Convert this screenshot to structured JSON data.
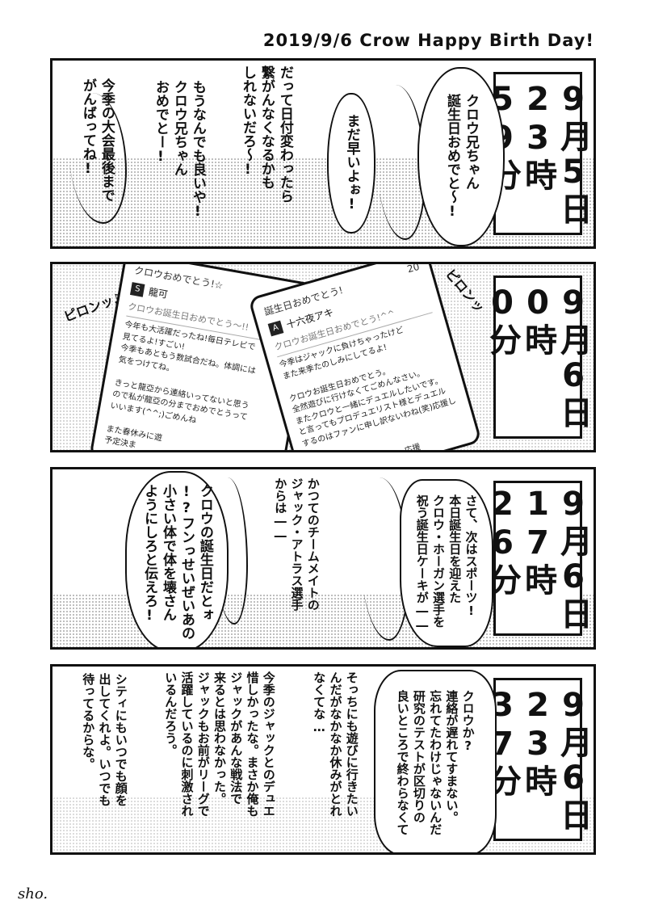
{
  "header": {
    "title": "2019/9/6  Crow Happy Birth Day!"
  },
  "panels": [
    {
      "time": "9月5日\n23時\n59分",
      "bubbles": [
        "クロウ兄ちゃん\n誕生日おめでと〜!",
        "まだ早いよぉ!",
        "だって日付変わったら\n繋がんなくなるかも\nしれないだろ〜!",
        "もうなんでも良いや!\nクロウ兄ちゃん\nおめでとー!",
        "今季の大会最後まで\nがんばってね!"
      ]
    },
    {
      "time": "9月6日\n0時\n0分",
      "sfx_left": "ピロンッ♪",
      "sfx_right": "ピロンッ",
      "phone_left": {
        "title": "クロウおめでとう!☆",
        "sender_initial": "S",
        "sender": "龍可",
        "subject": "クロウお誕生日おめでとう〜!!",
        "body": "今年も大活躍だったね!毎日テレビで\n見てるよ!すごい!\n今季もあともう数試合だね。体調には\n気をつけてね。\n\nきっと龍亞から連絡いってないと思う\nので私が龍亞の分までおめでとうって\nいいます(^^;)ごめんね\n\nまた春休みに遊\n予定決ま"
      },
      "phone_right": {
        "title": "誕生日おめでとう!",
        "time": "20",
        "sender_initial": "A",
        "sender": "十六夜アキ",
        "subject": "クロウお誕生日おめでとう!^^",
        "body": "今季はジャックに負けちゃったけど\nまた来季たのしみにしてるよ!\n\nクロウお誕生日おめでとう。\n全然遊びに行けなくてごめんなさい。\nまたクロウと一緒にデュエルしたいです。\nと言ってもプロデュエリスト様とデュエル\nするのはファンに申し訳ないわね(笑)応援して\n\nは気をつけて過ごしてね。応援"
      }
    },
    {
      "time": "9月6日\n17時\n26分",
      "texts": [
        "さて、次はスポーツ!\n本日誕生日を迎えた\nクロウ・ホーガン選手を\n祝う誕生日ケーキが――",
        "かつてのチームメイトの\nジャック・アトラス選手\nからは――",
        "クロウの誕生日だとォ\n!?フンっせいぜいあの\n小さい体で体を壊さん\nようにしろと伝えろ!"
      ]
    },
    {
      "time": "9月6日\n23時\n37分",
      "texts": [
        "クロウか?\n連絡が遅れてすまない。\n忘れてたわけじゃないんだ\n研究のテストが区切りの\n良いところで終わらなくて",
        "そっちにも遊びに行きたい\nんだがなかなか休みがとれ\nなくてな…",
        "今季のジャックとのデュエ\n惜しかったな。まさか俺も\nジャックがあんな戦法で\n来るとは思わなかった。\nジャックもお前がリーグで\n活躍しているのに刺激され\nいるんだろう。",
        "シティにもいつでも顔を\n出してくれよ。いつでも\n待ってるからな。"
      ]
    }
  ],
  "signature": "sho."
}
